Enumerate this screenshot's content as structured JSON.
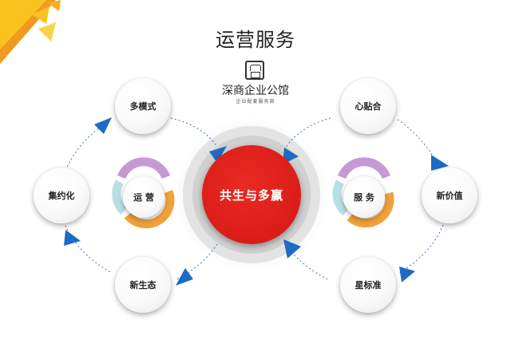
{
  "title": "运营服务",
  "logo": {
    "name": "深商企业公馆",
    "subtitle": "企业配套服务商"
  },
  "center": {
    "label": "共生与多赢"
  },
  "left": {
    "hub_label": "运 营",
    "nodes": [
      {
        "id": "top",
        "label": "多模式"
      },
      {
        "id": "middle",
        "label": "集约化"
      },
      {
        "id": "bottom",
        "label": "新生态"
      }
    ]
  },
  "right": {
    "hub_label": "服 务",
    "nodes": [
      {
        "id": "top",
        "label": "心贴合"
      },
      {
        "id": "middle",
        "label": "新价值"
      },
      {
        "id": "bottom",
        "label": "星标准"
      }
    ]
  },
  "colors": {
    "center_red": "#dc1e19",
    "arrow_blue": "#1e6bc4",
    "ring_purple": "#c59ad3",
    "ring_orange": "#f1a13a",
    "ring_cyan": "#b9dfe6",
    "corner_yellow": "#f7c31c",
    "corner_orange": "#f29a1f"
  }
}
